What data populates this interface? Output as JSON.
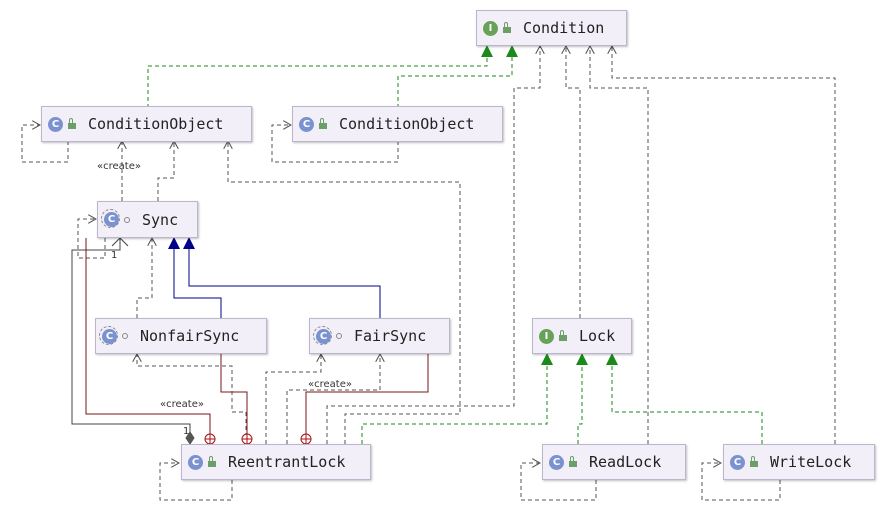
{
  "nodes": {
    "condition": {
      "name": "Condition",
      "kind": "I"
    },
    "condition_object_1": {
      "name": "ConditionObject",
      "kind": "C"
    },
    "condition_object_2": {
      "name": "ConditionObject",
      "kind": "C"
    },
    "sync": {
      "name": "Sync",
      "kind": "C"
    },
    "nonfair_sync": {
      "name": "NonfairSync",
      "kind": "C"
    },
    "fair_sync": {
      "name": "FairSync",
      "kind": "C"
    },
    "lock": {
      "name": "Lock",
      "kind": "I"
    },
    "reentrant_lock": {
      "name": "ReentrantLock",
      "kind": "C"
    },
    "read_lock": {
      "name": "ReadLock",
      "kind": "C"
    },
    "write_lock": {
      "name": "WriteLock",
      "kind": "C"
    }
  },
  "edge_labels": {
    "create_sync": "«create»",
    "create_fair": "«create»",
    "create_nonfair": "«create»",
    "mult_sync": "1",
    "mult_reentrant": "1"
  },
  "colors": {
    "realization": "#1b8a1b",
    "extends": "#00008b",
    "inner": "#7a1515",
    "dependency": "#555555",
    "association": "#444444"
  }
}
